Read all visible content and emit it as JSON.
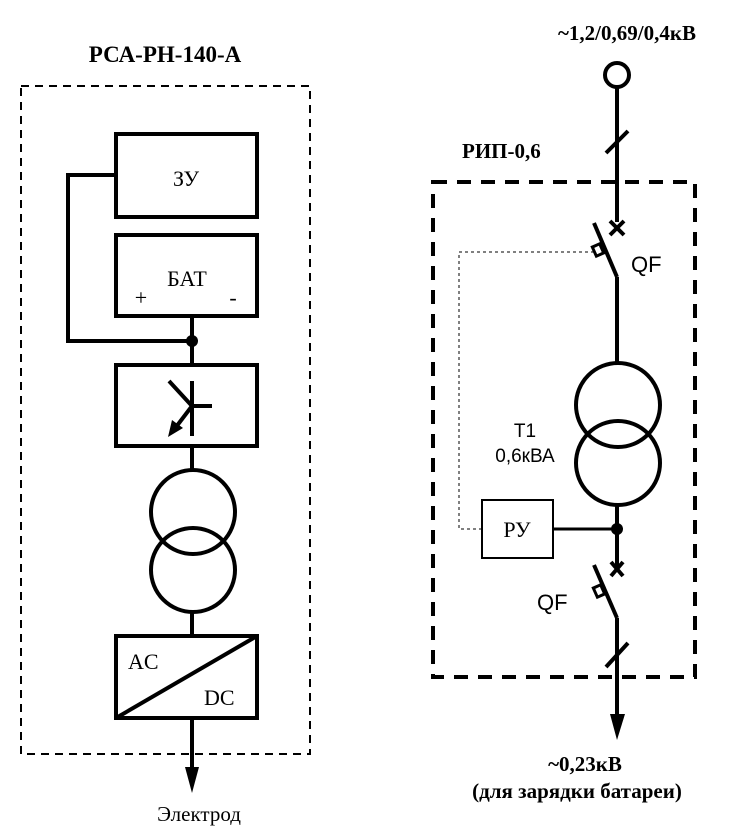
{
  "diagram": {
    "colors": {
      "stroke": "#000000",
      "background": "#ffffff"
    },
    "left_block": {
      "title": "РСА-РН-140-А",
      "charger_label": "ЗУ",
      "battery_label": "БАТ",
      "battery_plus": "+",
      "battery_minus": "-",
      "inverter_icon": "transistor-icon",
      "transformer_icon": "transformer-icon",
      "converter_ac": "AC",
      "converter_dc": "DC",
      "output_label": "Электрод"
    },
    "right_block": {
      "input_voltage": "~1,2/0,69/0,4кВ",
      "title": "РИП-0,6",
      "breaker_top_label": "QF",
      "transformer_name": "T1",
      "transformer_rating": "0,6кВА",
      "regulator_label": "РУ",
      "breaker_bottom_label": "QF",
      "output_voltage": "~0,23кВ",
      "output_purpose": "(для зарядки батареи)"
    }
  }
}
